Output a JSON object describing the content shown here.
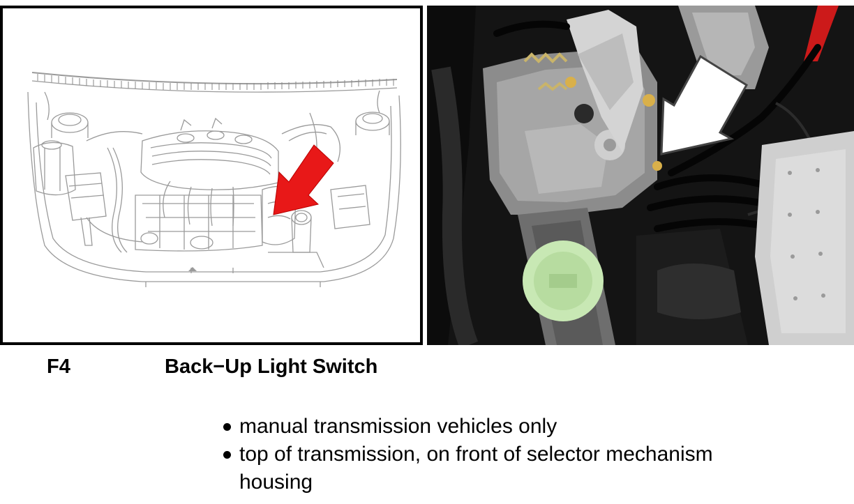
{
  "component": {
    "code": "F4",
    "name": "Back−Up Light Switch"
  },
  "notes": [
    "manual transmission vehicles only",
    "top of transmission, on front of selector mechanism housing"
  ],
  "colors": {
    "arrow_red": "#e81818",
    "arrow_white": "#ffffff",
    "line_art": "#9a9a9a",
    "cap_green": "#c8e8b4"
  },
  "icons": {
    "diagram_pointer": "red-arrow-icon",
    "photo_pointer": "white-arrow-icon",
    "bullet": "bullet-dot-icon"
  }
}
